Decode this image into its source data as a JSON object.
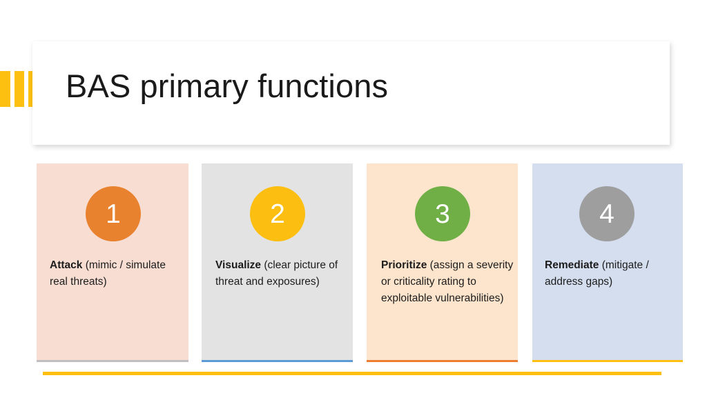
{
  "slide": {
    "title": "BAS primary functions",
    "background_color": "#FFFFFF",
    "accent_color": "#FDC010"
  },
  "title_accent": {
    "bars": [
      "bar-1",
      "bar-2",
      "bar-3"
    ],
    "color": "#FDC010"
  },
  "cards": [
    {
      "number": "1",
      "heading": "Attack",
      "detail": " (mimic / simulate real threats)",
      "bg_color": "#F8DDD3",
      "circle_color": "#E8822E",
      "underline_color": "#BFBFBF"
    },
    {
      "number": "2",
      "heading": "Visualize",
      "detail": " (clear picture of threat and exposures)",
      "bg_color": "#E3E3E3",
      "circle_color": "#FBBE11",
      "underline_color": "#5B9BD5"
    },
    {
      "number": "3",
      "heading": "Prioritize",
      "detail": " (assign a severity or criticality rating to exploitable vulnerabilities)",
      "bg_color": "#FCE5CC",
      "circle_color": "#6FAF46",
      "underline_color": "#ED7D31"
    },
    {
      "number": "4",
      "heading": "Remediate",
      "detail": " (mitigate / address gaps)",
      "bg_color": "#D4DEEF",
      "circle_color": "#9E9E9E",
      "underline_color": "#FDC010"
    }
  ],
  "bottom_rule": {
    "color": "#FDC010"
  }
}
